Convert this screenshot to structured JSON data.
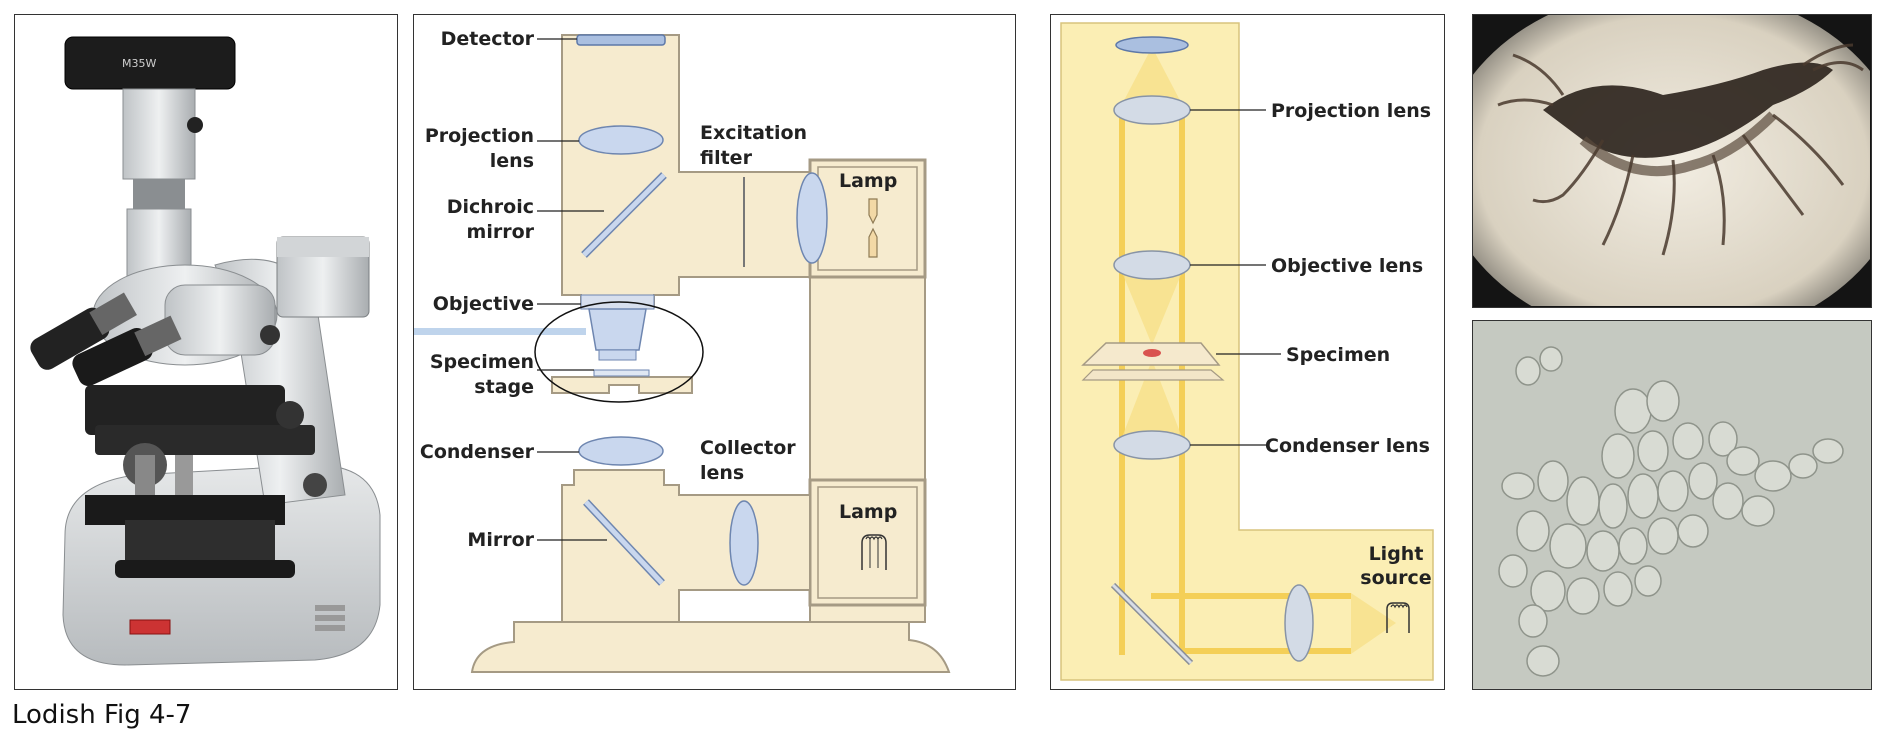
{
  "caption": "Lodish Fig 4-7",
  "panel_a": {
    "camera_label": "M35W"
  },
  "panel_b": {
    "detector": "Detector",
    "projection_lens_1": "Projection",
    "projection_lens_2": "lens",
    "excitation_filter_1": "Excitation",
    "excitation_filter_2": "filter",
    "dichroic_mirror_1": "Dichroic",
    "dichroic_mirror_2": "mirror",
    "lamp_top": "Lamp",
    "objective": "Objective",
    "specimen_stage_1": "Specimen",
    "specimen_stage_2": "stage",
    "condenser": "Condenser",
    "collector_lens_1": "Collector",
    "collector_lens_2": "lens",
    "mirror": "Mirror",
    "lamp_bottom": "Lamp"
  },
  "panel_c": {
    "projection_lens": "Projection lens",
    "objective_lens": "Objective lens",
    "specimen": "Specimen",
    "condenser_lens": "Condenser lens",
    "light_source_1": "Light",
    "light_source_2": "source"
  },
  "colors": {
    "beige_fill": "#f6ebcf",
    "beige_stroke": "#a59a84",
    "lens_blue": "#c9d7ee",
    "lens_stroke": "#6e86b0",
    "light_yellow": "#fbeeb4",
    "beam_yellow": "#f4cf57"
  }
}
